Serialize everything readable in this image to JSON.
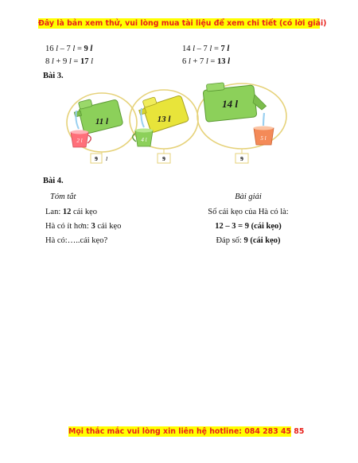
{
  "header": {
    "banner_text": "Đây là bản xem thử, vui lòng mua tài liệu để xem chi tiết (có lời giải)"
  },
  "equations": [
    {
      "left": "16",
      "mid": "7",
      "result": "9",
      "op": "–"
    },
    {
      "left": "14",
      "mid": "7",
      "result": "7",
      "op": "–"
    },
    {
      "left": "8",
      "mid": "9",
      "result": "17",
      "op": "+"
    },
    {
      "left": "6",
      "mid": "7",
      "result": "13",
      "op": "+"
    }
  ],
  "unit": "l",
  "bai3": {
    "title": "Bài 3.",
    "containers": [
      {
        "can_label": "11 l",
        "cup_label": "2 l",
        "answer": "9",
        "unit": "l"
      },
      {
        "can_label": "13 l",
        "cup_label": "4 l",
        "answer": "9",
        "unit": "l"
      },
      {
        "can_label": "14 l",
        "cup_label": "5 l",
        "answer": "9",
        "unit": "l"
      }
    ]
  },
  "bai4": {
    "title": "Bài 4.",
    "summary_title": "Tóm tắt",
    "solution_title": "Bài giải",
    "summary_lines": [
      {
        "prefix": "Lan: ",
        "bold": "12",
        "suffix": " cái kẹo"
      },
      {
        "prefix": "Hà có ít hơn: ",
        "bold": "3",
        "suffix": " cái kẹo"
      },
      {
        "prefix": "Hà có:…..cái kẹo?",
        "bold": "",
        "suffix": ""
      }
    ],
    "solution_lines": [
      {
        "prefix": "Số cái kẹo của Hà có là:",
        "bold": "",
        "suffix": ""
      },
      {
        "prefix": "",
        "bold": "12 – 3 = 9 (cái kẹo)",
        "suffix": ""
      },
      {
        "prefix": "Đáp số: ",
        "bold": "9 (cái kẹo)",
        "suffix": ""
      }
    ]
  },
  "footer": {
    "hotline_text": "Mọi thắc mắc vui lòng xin liên hệ hotline: 084 283 45 85"
  },
  "colors": {
    "banner_bg": "#ffff00",
    "banner_text": "#e8201a",
    "can_green": "#8cd05a",
    "can_yellow": "#e8e43a",
    "circle_outline": "#e6d27a"
  }
}
